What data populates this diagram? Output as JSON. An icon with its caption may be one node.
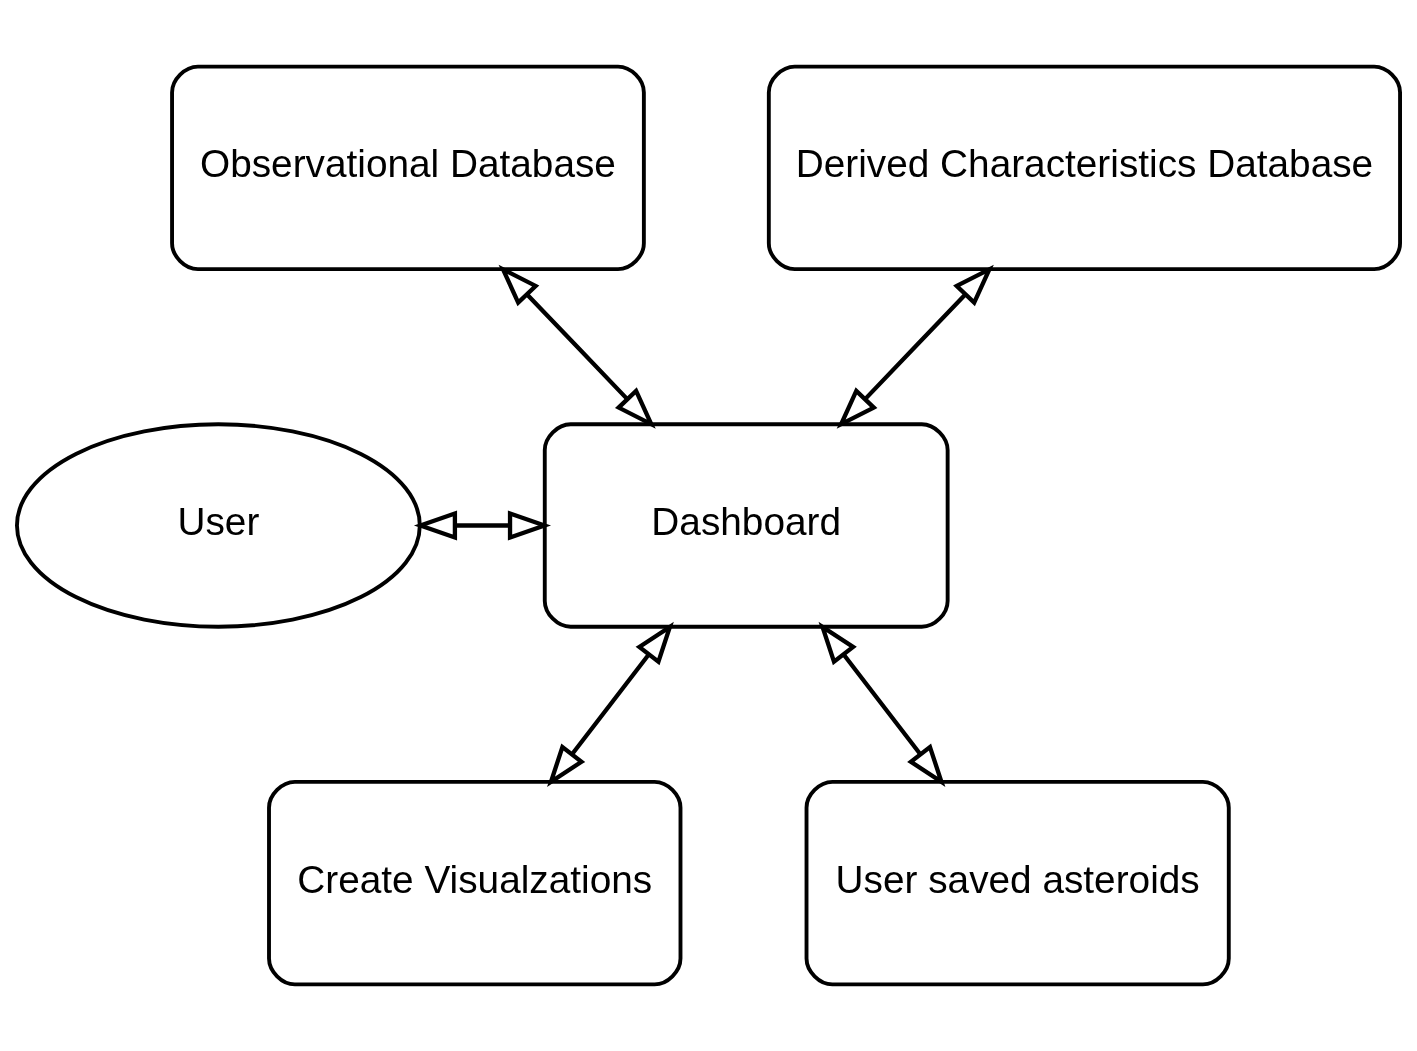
{
  "diagram": {
    "nodes": [
      {
        "text": [
          "Observational Database"
        ]
      },
      {
        "text": [
          "Derived Characteristics Database"
        ]
      },
      {
        "text": [
          "User"
        ]
      },
      {
        "text": [
          "Dashboard"
        ]
      },
      {
        "text": [
          "Create Visualzations"
        ]
      },
      {
        "text": [
          "User saved asteroids"
        ]
      }
    ],
    "edges": [
      {
        "from": 0,
        "to": 3,
        "arrow": "both"
      },
      {
        "from": 3,
        "to": 1,
        "arrow": "both"
      },
      {
        "from": 2,
        "to": 3,
        "arrow": "both"
      },
      {
        "from": 3,
        "to": 4,
        "arrow": "both"
      },
      {
        "from": 3,
        "to": 5,
        "arrow": "both"
      }
    ]
  }
}
